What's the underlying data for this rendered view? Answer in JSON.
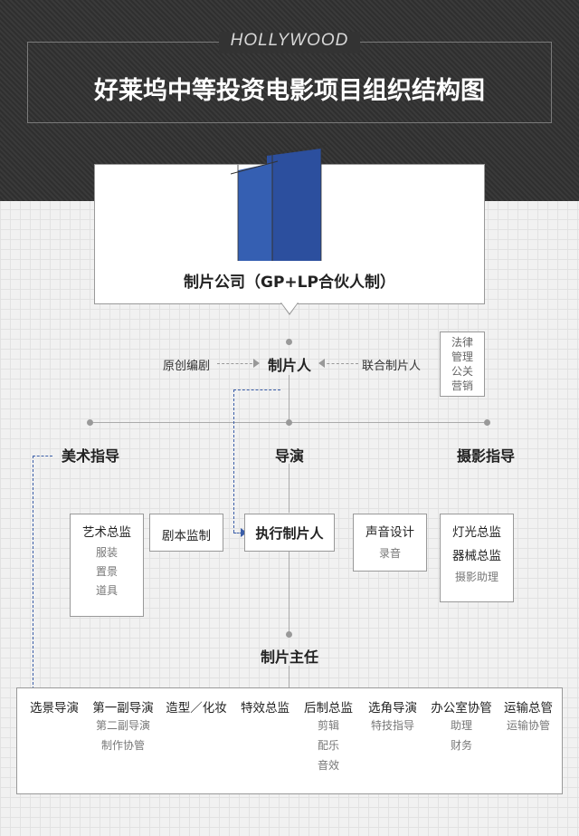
{
  "header": {
    "brand": "HOLLYWOOD",
    "title": "好莱坞中等投资电影项目组织结构图"
  },
  "company": {
    "label": "制片公司（GP+LP合伙人制）"
  },
  "producer_row": {
    "left": "原创编剧",
    "center": "制片人",
    "right": "联合制片人",
    "side_box": [
      "法律",
      "管理",
      "公关",
      "营销"
    ]
  },
  "departments": [
    "美术指导",
    "导演",
    "摄影指导"
  ],
  "mid_boxes": {
    "art": {
      "title": "艺术总监",
      "items": [
        "服装",
        "置景",
        "道具"
      ]
    },
    "script": {
      "title": "剧本监制"
    },
    "exec": {
      "title": "执行制片人"
    },
    "sound": {
      "title": "声音设计",
      "items": [
        "录音"
      ]
    },
    "camera": {
      "titles": [
        "灯光总监",
        "器械总监"
      ],
      "items": [
        "摄影助理"
      ]
    }
  },
  "manager": "制片主任",
  "crew": [
    {
      "title": "选景导演",
      "items": []
    },
    {
      "title": "第一副导演",
      "items": [
        "第二副导演",
        "制作协管"
      ]
    },
    {
      "title": "造型／化妆",
      "items": []
    },
    {
      "title": "特效总监",
      "items": []
    },
    {
      "title": "后制总监",
      "items": [
        "剪辑",
        "配乐",
        "音效"
      ]
    },
    {
      "title": "选角导演",
      "items": [
        "特技指导"
      ]
    },
    {
      "title": "办公室协管",
      "items": [
        "助理",
        "财务"
      ]
    },
    {
      "title": "运输总管",
      "items": [
        "运输协管"
      ]
    }
  ],
  "colors": {
    "accent": "#2f55a8",
    "dark_bg": "#333333"
  }
}
